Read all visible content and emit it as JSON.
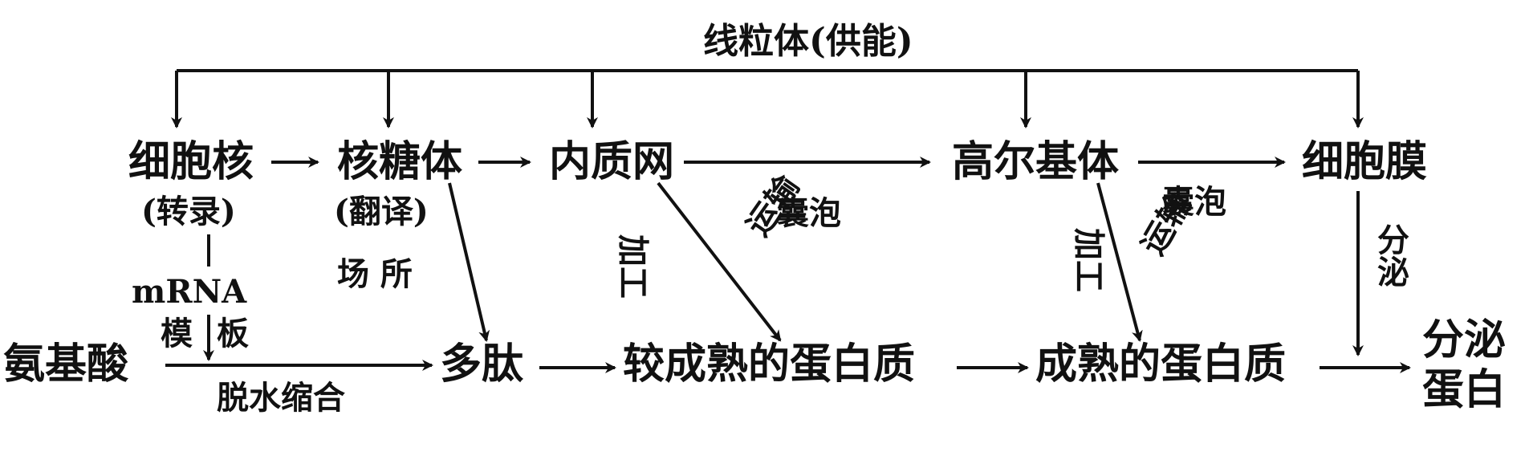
{
  "top": {
    "mito": "线粒体(供能)"
  },
  "organelles": {
    "nucleus": "细胞核",
    "ribosome": "核糖体",
    "er": "内质网",
    "golgi": "高尔基体",
    "membrane": "细胞膜"
  },
  "notes": {
    "transcription": "(转录)",
    "translation": "(翻译)",
    "site": "场 所",
    "mrna": "mRNA",
    "template_1": "模",
    "template_2": "板",
    "dehydration": "脱水缩合",
    "vesicle_1": "囊泡",
    "vesicle_2": "囊泡",
    "process_1": "加工",
    "transport_1": "运输",
    "process_2": "加工",
    "transport_2": "运输",
    "secrete": "分泌"
  },
  "products": {
    "amino_acid": "氨基酸",
    "polypeptide": "多肽",
    "immature_protein": "较成熟的蛋白质",
    "mature_protein": "成熟的蛋白质",
    "secreted_protein_1": "分泌",
    "secreted_protein_2": "蛋白"
  },
  "colors": {
    "ink": "#111111",
    "background": "#ffffff"
  }
}
